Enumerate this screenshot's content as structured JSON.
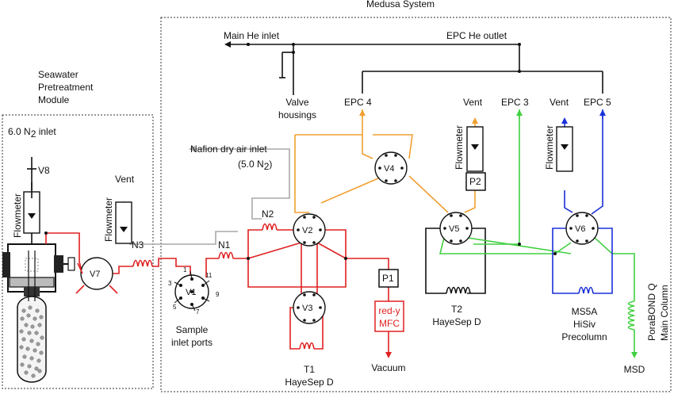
{
  "colors": {
    "black": "#111111",
    "red": "#e02020",
    "orange": "#f0a030",
    "green": "#40d040",
    "blue": "#1a30d8",
    "gray": "#a8a8a8"
  },
  "labels": {
    "medusa_system": "Medusa System",
    "seawater_line1": "Seawater",
    "seawater_line2": "Pretreatment",
    "seawater_line3": "Module",
    "n2_inlet_prefix": "6.0 N",
    "n2_inlet_sub": "2",
    "n2_inlet_suffix": " inlet",
    "v8": "V8",
    "flowmeter": "Flowmeter",
    "vent": "Vent",
    "n3": "N3",
    "n1": "N1",
    "n2": "N2",
    "v7": "V7",
    "v1": "V1",
    "v2": "V2",
    "v3": "V3",
    "v4": "V4",
    "v5": "V5",
    "v6": "V6",
    "p1": "P1",
    "p2": "P2",
    "port_1": "1",
    "port_3": "3",
    "port_5": "5",
    "port_7": "7",
    "port_9": "9",
    "port_11": "11",
    "sample_line1": "Sample",
    "sample_line2": "inlet ports",
    "nafion_inlet": "Nafion dry air inlet",
    "nafion_n2_prefix": "(5.0 N",
    "nafion_n2_sub": "2",
    "nafion_n2_suffix": ")",
    "main_he_inlet": "Main He inlet",
    "epc_he_outlet": "EPC He outlet",
    "valve_line1": "Valve",
    "valve_line2": "housings",
    "epc4": "EPC 4",
    "epc3": "EPC 3",
    "epc5": "EPC 5",
    "mfc_line1": "red-y",
    "mfc_line2": "MFC",
    "vacuum": "Vacuum",
    "t1": "T1",
    "t1_material": "HayeSep D",
    "t2": "T2",
    "t2_material": "HayeSep D",
    "ms5a_line1": "MS5A",
    "ms5a_line2": "HiSiv",
    "ms5a_line3": "Precolumn",
    "porabond_line1": "PoraBOND Q",
    "porabond_line2": "Main Column",
    "msd": "MSD"
  }
}
